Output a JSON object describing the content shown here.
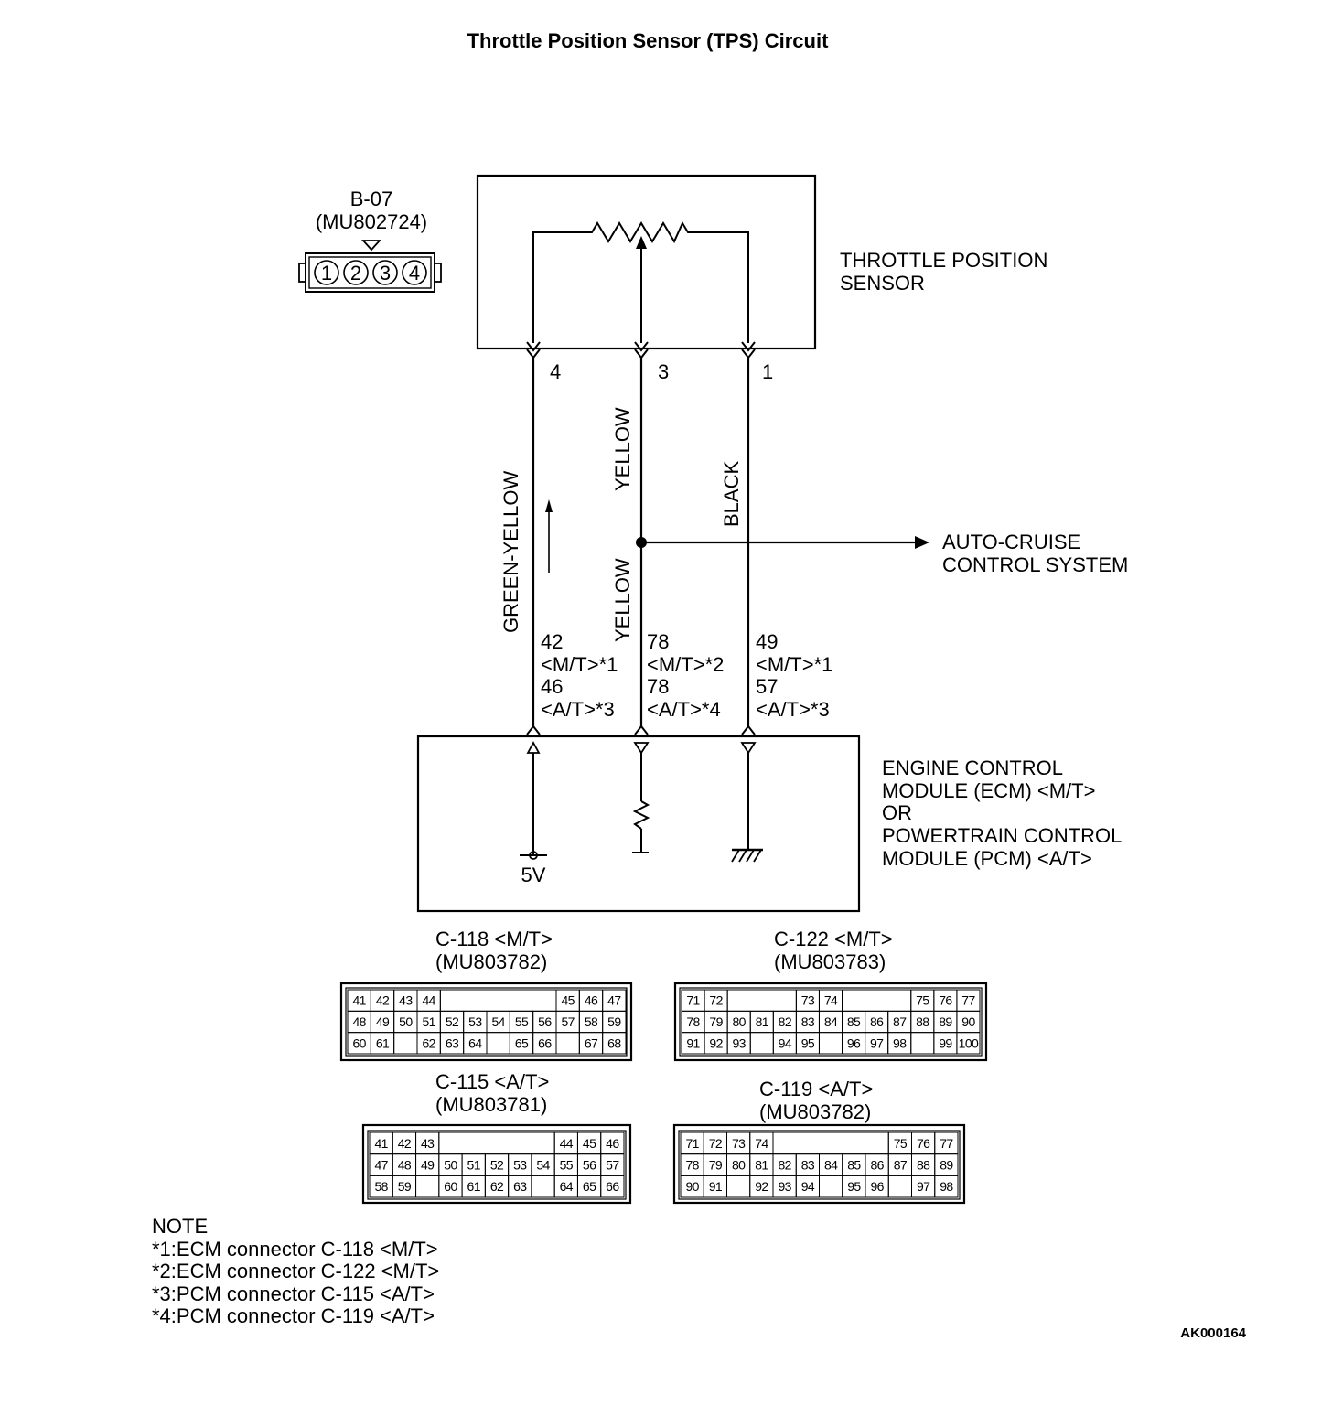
{
  "title": "Throttle Position Sensor (TPS) Circuit",
  "tps_connector": {
    "name": "B-07",
    "part_number": "(MU802724)",
    "pins": [
      "1",
      "2",
      "3",
      "4"
    ]
  },
  "tps": {
    "label_line1": "THROTTLE POSITION",
    "label_line2": "SENSOR"
  },
  "sensor_terminals": [
    "4",
    "3",
    "1"
  ],
  "wires": {
    "left": "GREEN-YELLOW",
    "middle_upper": "YELLOW",
    "middle_lower": "YELLOW",
    "right": "BLACK"
  },
  "auto_cruise": {
    "line1": "AUTO-CRUISE",
    "line2": "CONTROL SYSTEM"
  },
  "module_pins": {
    "left": [
      "42",
      "<M/T>*1",
      "46",
      "<A/T>*3"
    ],
    "middle": [
      "78",
      "<M/T>*2",
      "78",
      "<A/T>*4"
    ],
    "right": [
      "49",
      "<M/T>*1",
      "57",
      "<A/T>*3"
    ]
  },
  "module": {
    "line1": "ENGINE CONTROL",
    "line2": "MODULE (ECM) <M/T>",
    "line3": "OR",
    "line4": "POWERTRAIN CONTROL",
    "line5": "MODULE (PCM) <A/T>",
    "supply": "5V"
  },
  "connectors": [
    {
      "name": "C-118 <M/T>",
      "part_number": "(MU803782)",
      "rows": [
        [
          "41",
          "42",
          "43",
          "44",
          "",
          "",
          "",
          "45",
          "46",
          "47"
        ],
        [
          "48",
          "49",
          "50",
          "51",
          "52",
          "53",
          "54",
          "55",
          "56",
          "57",
          "58",
          "59"
        ],
        [
          "60",
          "61",
          "",
          "62",
          "63",
          "64",
          "",
          "65",
          "66",
          "",
          "67",
          "68"
        ]
      ]
    },
    {
      "name": "C-122 <M/T>",
      "part_number": "(MU803783)",
      "rows": [
        [
          "71",
          "72",
          "",
          "73",
          "74",
          "",
          "",
          "",
          "75",
          "76",
          "77"
        ],
        [
          "78",
          "79",
          "80",
          "81",
          "82",
          "83",
          "84",
          "85",
          "86",
          "87",
          "88",
          "89",
          "90"
        ],
        [
          "91",
          "92",
          "93",
          "",
          "94",
          "95",
          "",
          "96",
          "97",
          "98",
          "",
          "99",
          "100"
        ]
      ]
    },
    {
      "name": "C-115 <A/T>",
      "part_number": "(MU803781)",
      "rows": [
        [
          "41",
          "42",
          "43",
          "",
          "",
          "",
          "44",
          "45",
          "46"
        ],
        [
          "47",
          "48",
          "49",
          "50",
          "51",
          "52",
          "53",
          "54",
          "55",
          "56",
          "57"
        ],
        [
          "58",
          "59",
          "",
          "60",
          "61",
          "62",
          "63",
          "",
          "64",
          "65",
          "66"
        ]
      ]
    },
    {
      "name": "C-119 <A/T>",
      "part_number": "(MU803782)",
      "rows": [
        [
          "71",
          "72",
          "73",
          "74",
          "",
          "",
          "",
          "75",
          "76",
          "77"
        ],
        [
          "78",
          "79",
          "80",
          "81",
          "82",
          "83",
          "84",
          "85",
          "86",
          "87",
          "88",
          "89"
        ],
        [
          "90",
          "91",
          "",
          "92",
          "93",
          "94",
          "",
          "95",
          "96",
          "",
          "97",
          "98"
        ]
      ]
    }
  ],
  "notes": {
    "heading": "NOTE",
    "items": [
      "*1:ECM connector C-118 <M/T>",
      "*2:ECM connector C-122 <M/T>",
      "*3:PCM connector C-115 <A/T>",
      "*4:PCM connector C-119 <A/T>"
    ]
  },
  "drawing_code": "AK000164"
}
